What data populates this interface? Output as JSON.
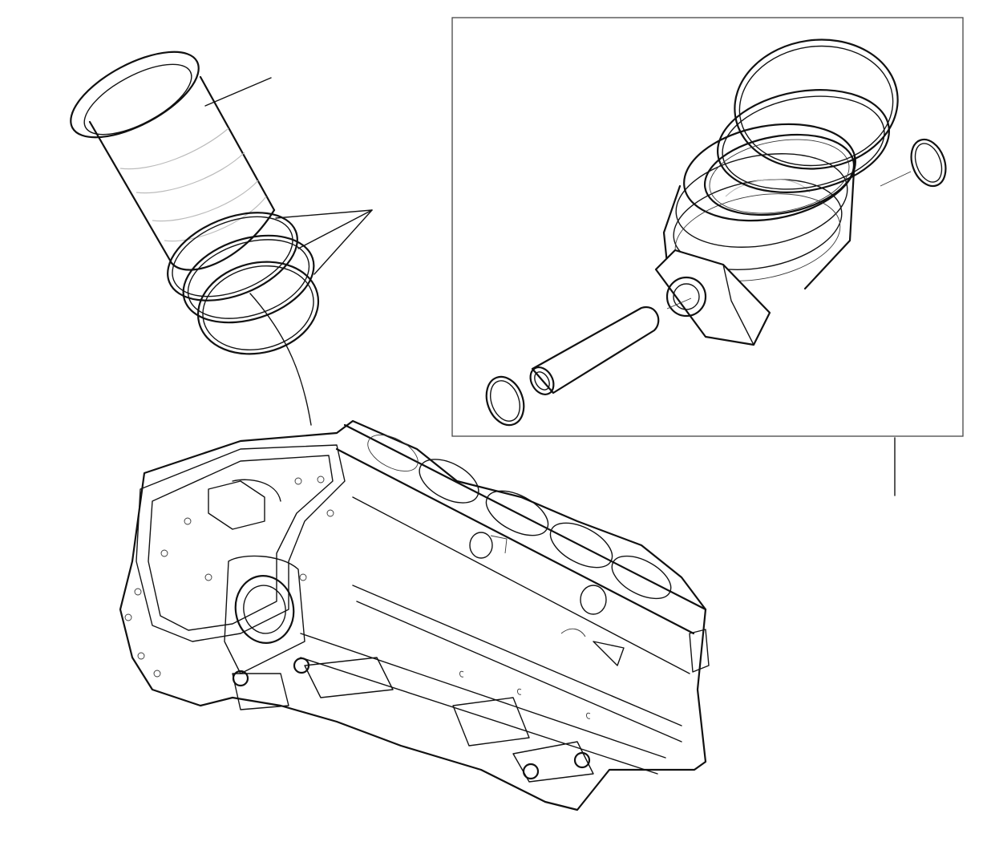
{
  "diagram": {
    "kind": "exploded-parts-drawing",
    "line_color": "#111111",
    "background": "#ffffff",
    "parts": [
      {
        "id": "cylinder-liner",
        "icon": "cylinder-liner-icon"
      },
      {
        "id": "liner-seal-rings",
        "count": 3,
        "icon": "o-ring-icon"
      },
      {
        "id": "piston",
        "icon": "piston-icon"
      },
      {
        "id": "piston-rings",
        "count": 3,
        "icon": "piston-ring-icon"
      },
      {
        "id": "piston-pin",
        "icon": "piston-pin-icon"
      },
      {
        "id": "circlips",
        "count": 2,
        "icon": "circlip-icon"
      },
      {
        "id": "cylinder-block",
        "icon": "engine-block-icon"
      }
    ],
    "inset": {
      "id": "piston-assembly-inset",
      "has_border": true
    }
  }
}
